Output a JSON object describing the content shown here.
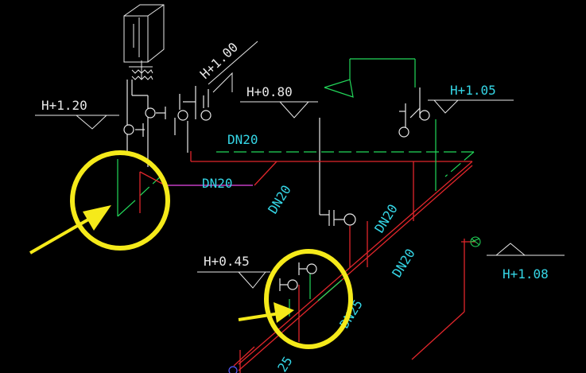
{
  "drawing": {
    "background": "#000000",
    "colors": {
      "white": "#e8e8e8",
      "red": "#e0262b",
      "green": "#22d85a",
      "magenta": "#c33cc3",
      "cyan": "#35d6e6",
      "yellow": "#f5ea1a"
    },
    "elevation_labels": {
      "h120": "H+1.20",
      "h100": "H+1.00",
      "h080": "H+0.80",
      "h105": "H+1.05",
      "h045": "H+0.45",
      "h108": "H+1.08"
    },
    "pipe_labels": {
      "dn20_top": "DN20",
      "dn20_mid": "DN20",
      "dn20_diag_left": "DN20",
      "dn20_diag_center": "DN20",
      "dn20_diag_right": "DN20",
      "dn25_diag": "DN25",
      "dn25_bottom": "25"
    },
    "annotations": {
      "highlight_circles": 2,
      "arrows": 2,
      "color": "#f5ea1a"
    }
  }
}
